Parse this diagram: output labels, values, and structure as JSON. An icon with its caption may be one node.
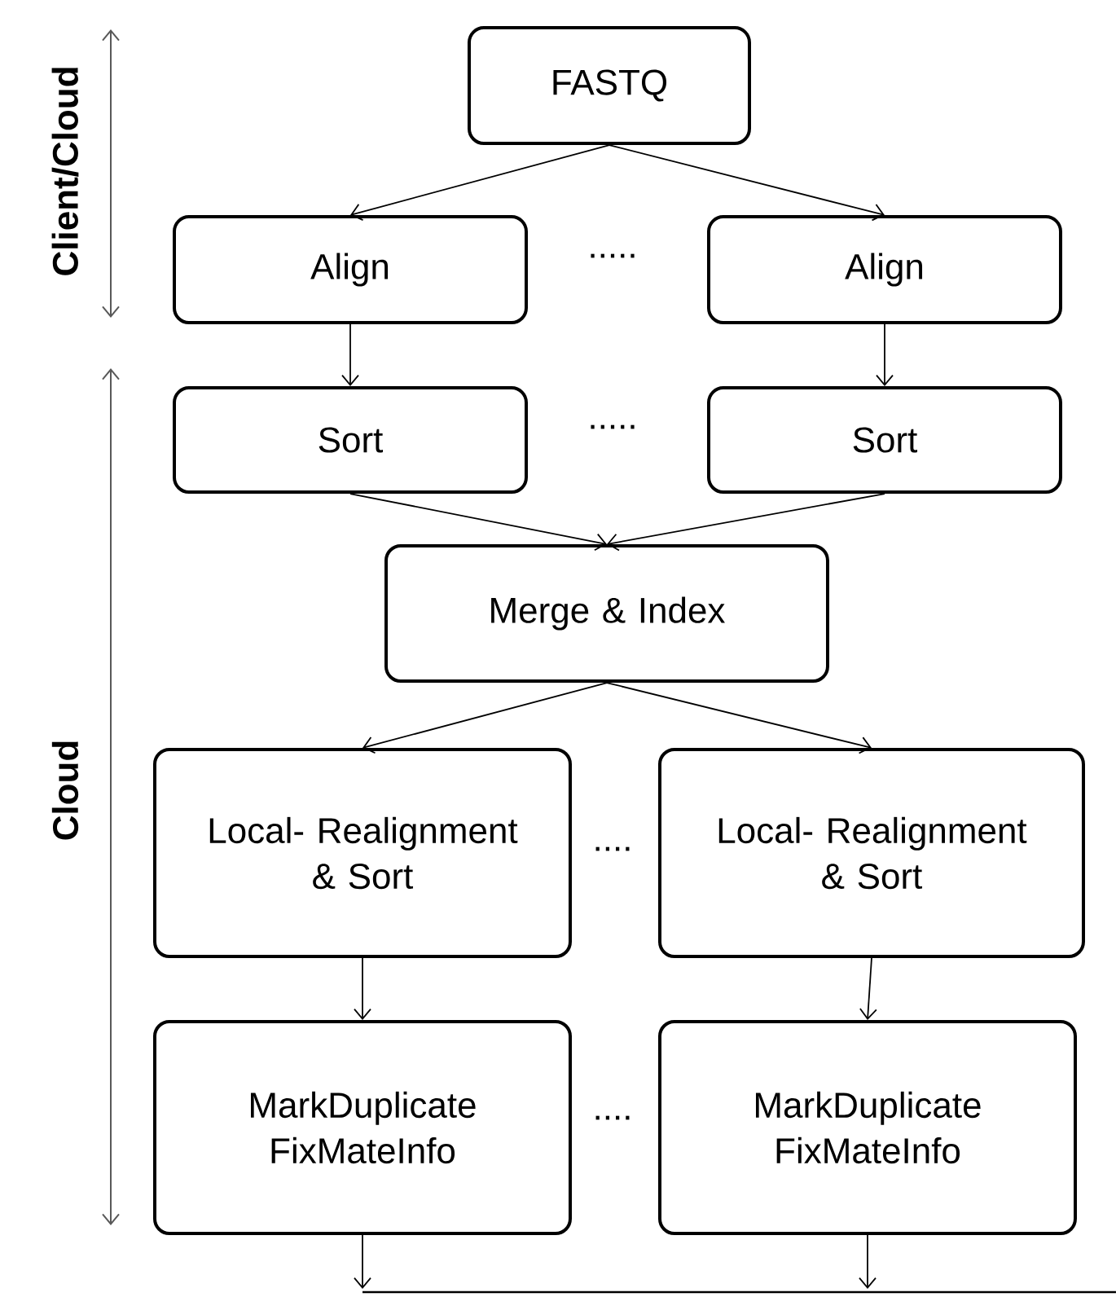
{
  "diagram": {
    "nodes": [
      {
        "text": [
          "FASTQ"
        ]
      },
      {
        "text": [
          "Align"
        ]
      },
      {
        "text": [
          "Align"
        ]
      },
      {
        "text": [
          "Sort"
        ]
      },
      {
        "text": [
          "Sort"
        ]
      },
      {
        "text": [
          "Merge & Index"
        ]
      },
      {
        "text": [
          "Local- Realignment & Sort"
        ]
      },
      {
        "text": [
          "Local- Realignment & Sort"
        ]
      },
      {
        "text": [
          "MarkDuplicate FixMateInfo"
        ]
      },
      {
        "text": [
          "MarkDuplicate FixMateInfo"
        ]
      }
    ],
    "edges": [
      {
        "from": 0,
        "to": 1,
        "arrow": "to"
      },
      {
        "from": 0,
        "to": 2,
        "arrow": "to"
      },
      {
        "from": 1,
        "to": 3,
        "arrow": "to"
      },
      {
        "from": 2,
        "to": 4,
        "arrow": "to"
      },
      {
        "from": 3,
        "to": 5,
        "arrow": "to"
      },
      {
        "from": 4,
        "to": 5,
        "arrow": "to"
      },
      {
        "from": 5,
        "to": 6,
        "arrow": "to"
      },
      {
        "from": 5,
        "to": 7,
        "arrow": "to"
      },
      {
        "from": 6,
        "to": 8,
        "arrow": "to"
      },
      {
        "from": 7,
        "to": 9,
        "arrow": "to"
      },
      {
        "from": 8,
        "to": null,
        "arrow": "to"
      },
      {
        "from": 9,
        "to": null,
        "arrow": "to"
      }
    ],
    "labels": [
      "Client/Cloud",
      ".....",
      ".....",
      "Cloud",
      "....",
      "...."
    ]
  }
}
